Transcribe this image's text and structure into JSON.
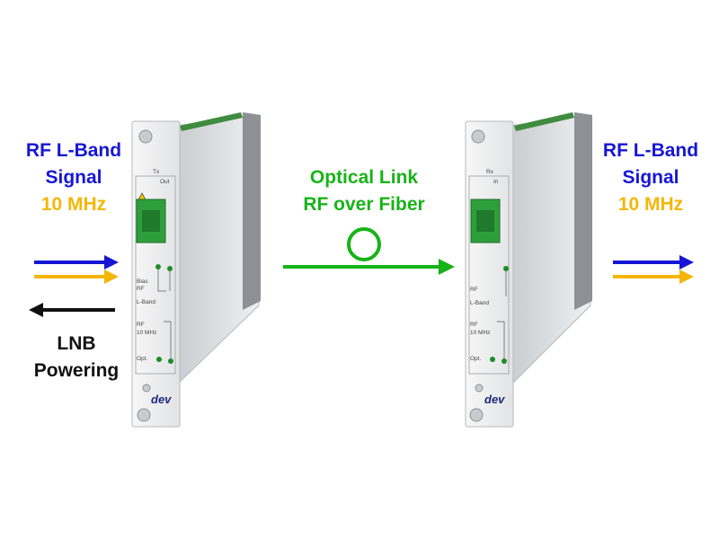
{
  "left_input": {
    "line1": "RF L-Band",
    "line2": "Signal",
    "line3": "10 MHz"
  },
  "left_return": {
    "line1": "LNB",
    "line2": "Powering"
  },
  "middle": {
    "line1": "Optical Link",
    "line2": "RF over Fiber"
  },
  "right_output": {
    "line1": "RF L-Band",
    "line2": "Signal",
    "line3": "10 MHz"
  },
  "tx_module": {
    "name": "Tx",
    "port": "Out",
    "label_bias": "Bias",
    "label_rf": "RF",
    "label_lband": "L-Band",
    "label_rf2": "RF",
    "label_10mhz": "10 MHz",
    "label_opt": "Opt.",
    "logo": "dev"
  },
  "rx_module": {
    "name": "Rx",
    "port": "In",
    "label_rf": "RF",
    "label_lband": "L-Band",
    "label_rf2": "RF",
    "label_10mhz": "10 MHz",
    "label_opt": "Opt.",
    "logo": "dev"
  },
  "colors": {
    "rf_blue": "#1616d6",
    "ref_gold": "#f5b60a",
    "optical_green": "#18b318",
    "lnb_black": "#111111",
    "connector_green": "#2e9e3a",
    "led_green": "#1e8c2a"
  }
}
